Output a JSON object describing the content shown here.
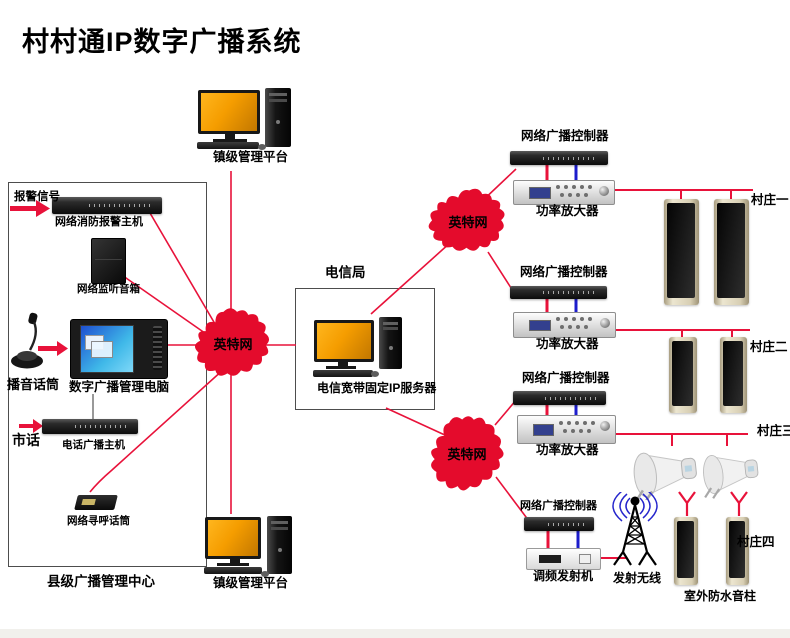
{
  "title": "村村通IP数字广播系统",
  "colors": {
    "line_red": "#e8123a",
    "cloud_red": "#e40b2c",
    "line_blue": "#1d1dcc",
    "screen_orange": "#f59d00",
    "speaker_beige": "#d8cfb4"
  },
  "county": {
    "label": "县级广播管理中心",
    "alarm_signal": "报警信号",
    "fire_alarm_host": "网络消防报警主机",
    "listen_speaker": "网络监听音箱",
    "broadcast_mic": "播音话筒",
    "mgmt_computer": "数字广播管理电脑",
    "city_phone": "市话",
    "phone_host": "电话广播主机",
    "paging_mic": "网络寻呼话筒"
  },
  "town_top": {
    "label": "镇级管理平台"
  },
  "town_bottom": {
    "label": "镇级管理平台"
  },
  "telecom": {
    "label": "电信局",
    "server": "电信宽带固定IP服务器"
  },
  "clouds": [
    {
      "label": "英特网"
    },
    {
      "label": "英特网"
    },
    {
      "label": "英特网"
    }
  ],
  "rows": [
    {
      "controller": "网络广播控制器",
      "amp": "功率放大器",
      "village": "村庄一"
    },
    {
      "controller": "网络广播控制器",
      "amp": "功率放大器",
      "village": "村庄二"
    },
    {
      "controller": "网络广播控制器",
      "amp": "功率放大器",
      "village": "村庄三"
    },
    {
      "controller": "网络广播控制器",
      "fm_transmitter": "调频发射机",
      "wireless": "发射无线",
      "village": "村庄四",
      "outdoor_speaker": "室外防水音柱"
    }
  ]
}
